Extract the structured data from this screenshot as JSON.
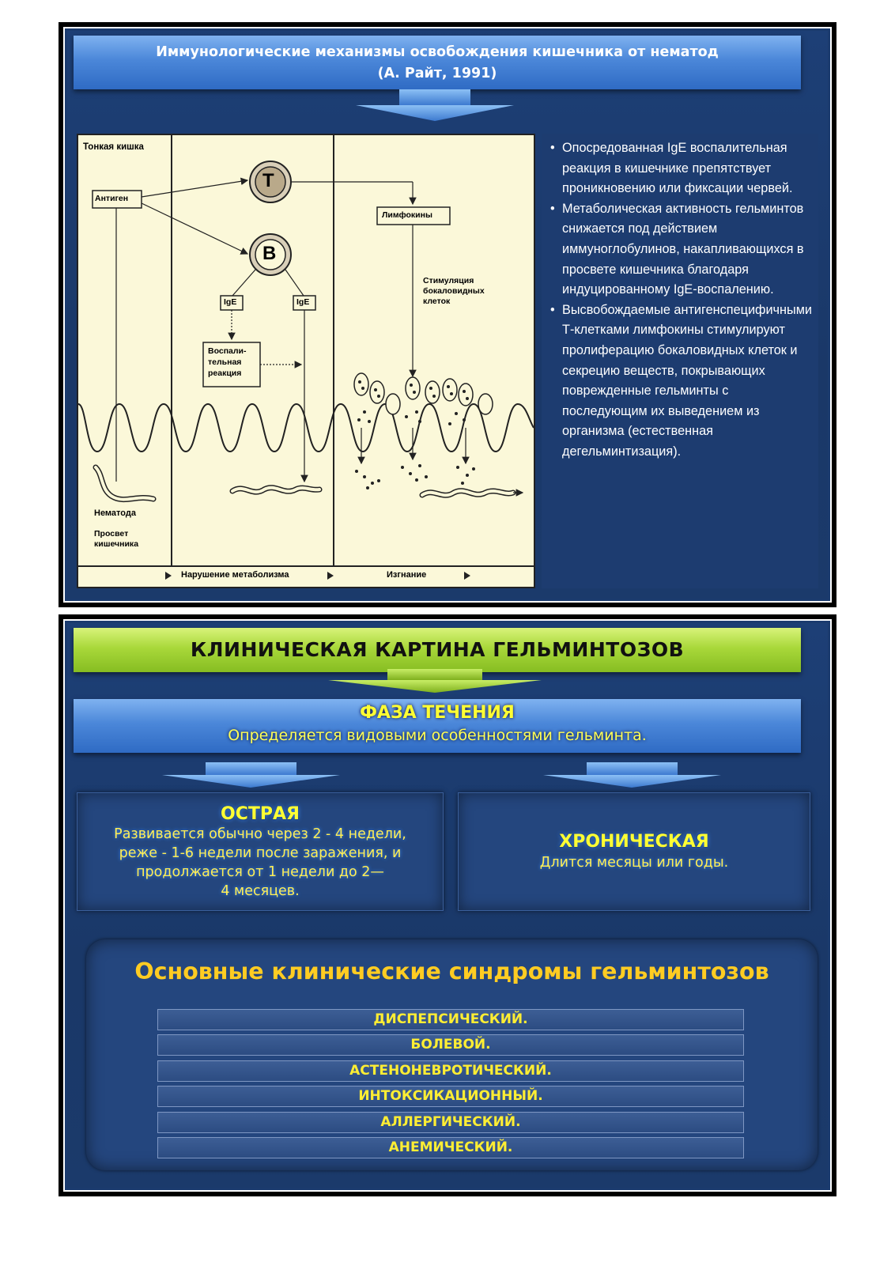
{
  "slide1": {
    "title_line1": "Иммунологические механизмы освобождения кишечника от нематод",
    "title_line2": "(А. Райт, 1991)",
    "diagram": {
      "small_intestine": "Тонкая кишка",
      "antigen": "Антиген",
      "t_cell": "Т",
      "b_cell": "В",
      "lymphokines": "Лимфокины",
      "ige_left": "IgE",
      "ige_right": "IgE",
      "inflammation_1": "Воспали-",
      "inflammation_2": "тельная",
      "inflammation_3": "реакция",
      "goblet_1": "Стимуляция",
      "goblet_2": "бокаловидных",
      "goblet_3": "клеток",
      "nematode": "Нематода",
      "lumen_1": "Просвет",
      "lumen_2": "кишечника",
      "metabolism": "Нарушение метаболизма",
      "expulsion": "Изгнание"
    },
    "bullets": [
      "Опосредованная IgE воспалительная реакция в кишечнике препятствует проникновению или фиксации червей.",
      "Метаболическая активность гельминтов снижается под действием иммуноглобулинов, накапливающихся в просвете кишечника благодаря индуцированному IgE-воспалению.",
      "Высвобождаемые антигенспецифичными Т-клетками лимфокины стимулируют пролиферацию бокаловидных клеток и секрецию веществ, покрывающих поврежденные гельминты с последующим их выведением из организма (естественная дегельминтизация)."
    ]
  },
  "slide2": {
    "title": "КЛИНИЧЕСКАЯ КАРТИНА ГЕЛЬМИНТОЗОВ",
    "phase_title": "ФАЗА ТЕЧЕНИЯ",
    "phase_subtitle": "Определяется видовыми особенностями гельминта.",
    "acute_title": "ОСТРАЯ",
    "acute_line1": "Развивается обычно через 2 - 4 недели,",
    "acute_line2": "реже - 1-6 недели после заражения, и",
    "acute_line3": "продолжается от 1 недели до 2—",
    "acute_line4": "4 месяцев.",
    "chronic_title": "ХРОНИЧЕСКАЯ",
    "chronic_text": "Длится месяцы или годы.",
    "syndromes_title": "Основные клинические синдромы гельминтозов",
    "syndromes": [
      "ДИСПЕПСИЧЕСКИЙ.",
      "БОЛЕВОЙ.",
      "АСТЕНОНЕВРОТИЧЕСКИЙ.",
      "ИНТОКСИКАЦИОННЫЙ.",
      "АЛЛЕРГИЧЕСКИЙ.",
      "АНЕМИЧЕСКИЙ."
    ]
  }
}
